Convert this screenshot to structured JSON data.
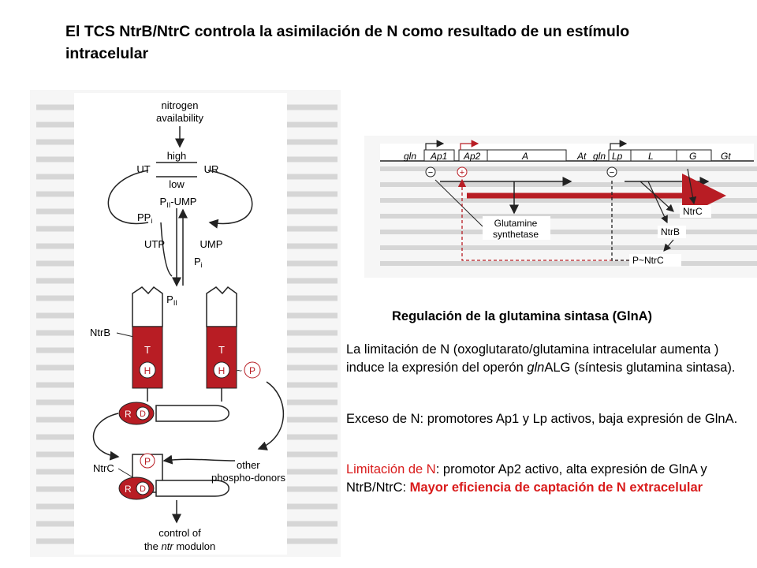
{
  "title": "El TCS NtrB/NtrC controla la asimilación de N como resultado de un estímulo intracelular",
  "left_diagram": {
    "nitrogen": "nitrogen",
    "availability": "availability",
    "high": "high",
    "low": "low",
    "ut": "UT",
    "ur": "UR",
    "pii_ump": "P",
    "pii_ump_sub": "II",
    "pii_ump_suffix": "-UMP",
    "ppi": "PP",
    "ppi_sub": "i",
    "utp": "UTP",
    "ump": "UMP",
    "pi": "P",
    "pi_sub": "i",
    "pii": "P",
    "pii_sub": "II",
    "ntrb": "NtrB",
    "t": "T",
    "h": "H",
    "p": "P",
    "r": "R",
    "d": "D",
    "ntrc": "NtrC",
    "other": "other",
    "phospho_donors": "phospho-donors",
    "control_of": "control of",
    "the": "the",
    "ntr": "ntr",
    "modulon": "modulon"
  },
  "right_diagram": {
    "genes": [
      "gln",
      "Ap1",
      "Ap2",
      "A",
      "At",
      "gln",
      "Lp",
      "L",
      "G",
      "Gt"
    ],
    "minus": "−",
    "plus": "+",
    "glutamine": "Glutamine",
    "synthetase": "synthetase",
    "ntrc": "NtrC",
    "ntrb": "NtrB",
    "p_ntrc": "P~NtrC"
  },
  "caption": "Regulación de la glutamina sintasa (GlnA)",
  "paragraph1": {
    "part1": "La limitación de N (oxoglutarato/glutamina intracelular aumenta ) induce la expresión del operón ",
    "italic": "gln",
    "part2": "ALG (síntesis glutamina sintasa)."
  },
  "paragraph2": "Exceso de N: promotores Ap1 y Lp activos, baja expresión de GlnA.",
  "paragraph3": {
    "red_part": "Limitación de N",
    "mid_part": ": promotor Ap2 activo, alta expresión de GlnA y  NtrB/NtrC: ",
    "bold_red_part": "Mayor eficiencia de captación de N extracelular"
  },
  "colors": {
    "accent_red": "#d91c1c",
    "diagram_red": "#b81d24",
    "faded_text": "#c9c9c9"
  }
}
